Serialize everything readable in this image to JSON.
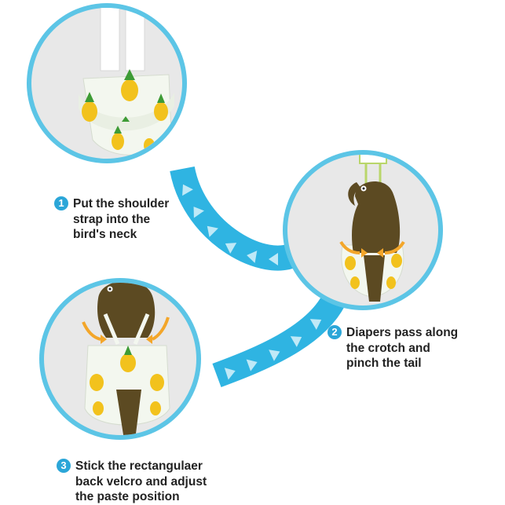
{
  "colors": {
    "ring": "#5cc5e6",
    "path": "#2fb4e2",
    "arrow": "#bfe9f7",
    "panel": "#e8e8e8",
    "bird": "#5c4a22",
    "fabric": "#f3f7ef",
    "pineapple": "#f2c21d",
    "leaf": "#3d9b35",
    "orange_arrow": "#f3a62a",
    "hanger": "#b9d66a",
    "badge": "#2ba6d8"
  },
  "steps": [
    {
      "number": "1",
      "lines": [
        "Put the shoulder",
        "strap into the",
        "bird's neck"
      ]
    },
    {
      "number": "2",
      "lines": [
        "Diapers pass along",
        "the crotch and",
        "pinch the tail"
      ]
    },
    {
      "number": "3",
      "lines": [
        "Stick the rectangulaer",
        "back velcro and adjust",
        "the paste position"
      ]
    }
  ]
}
